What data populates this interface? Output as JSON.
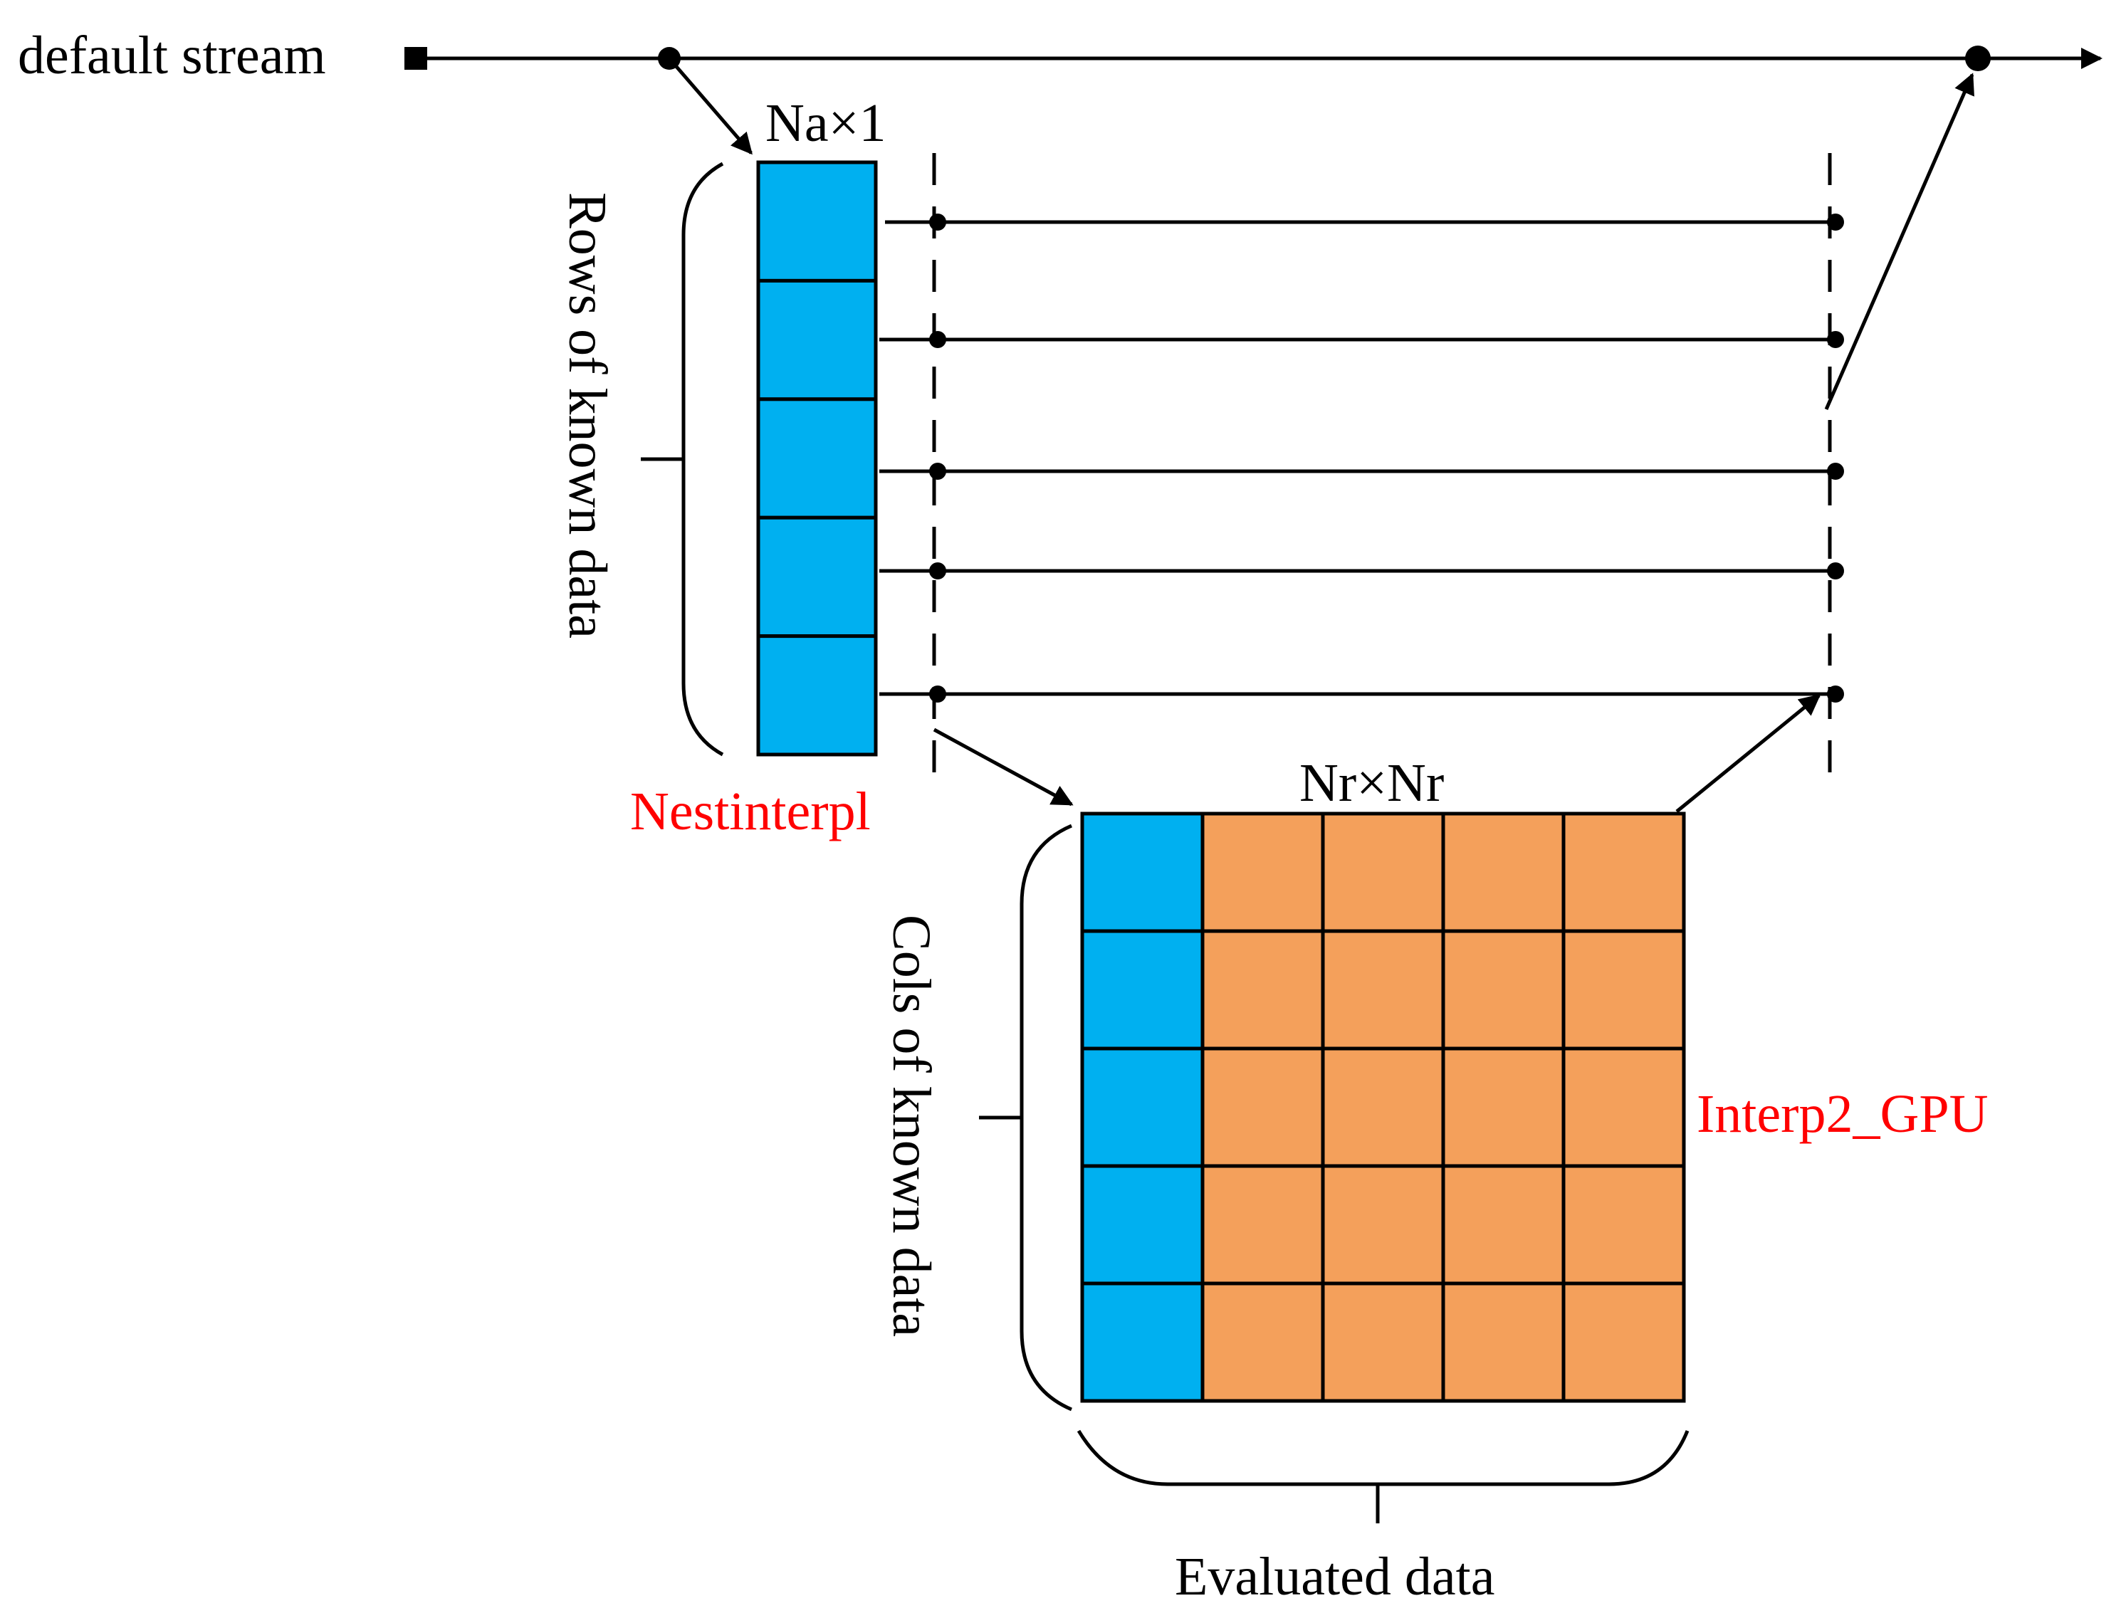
{
  "labels": {
    "default_stream": "default stream",
    "na_dim": "Na×1",
    "rows_known": "Rows of known data",
    "nestinterpl": "Nestinterpl",
    "nr_dim": "Nr×Nr",
    "cols_known": "Cols of known data",
    "interp2_gpu": "Interp2_GPU",
    "evaluated": "Evaluated data"
  },
  "colors": {
    "known_cell": "#00b0f0",
    "evaluated_cell": "#f4a05b",
    "kernel_label": "#ff0000"
  },
  "grids": {
    "na_vector": {
      "rows": 5,
      "cols": 1
    },
    "nr_matrix": {
      "rows": 5,
      "cols": 5,
      "known_cols": 1
    }
  },
  "parallel_threads": 5
}
